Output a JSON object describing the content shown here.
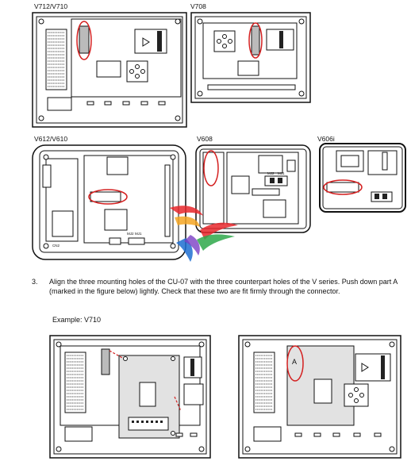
{
  "figures": {
    "v712_v710": "V712/V710",
    "v708": "V708",
    "v612_v610": "V612/V610",
    "v608": "V608",
    "v606i": "V606i"
  },
  "instruction": {
    "number": "3.",
    "text": "Align the three mounting holes of the CU-07 with the three counterpart holes of the V series.  Push down part A (marked in the figure below) lightly.  Check that these two are fit firmly through the connector."
  },
  "example": {
    "label": "Example: V710"
  },
  "callout": {
    "part_a": "A"
  },
  "connector_labels": {
    "mj2": "MJ2",
    "mj1": "MJ1",
    "cn2": "CN2"
  },
  "colors": {
    "highlight": "#d42020",
    "line": "#111111",
    "panel_fill": "#e2e2e2"
  }
}
